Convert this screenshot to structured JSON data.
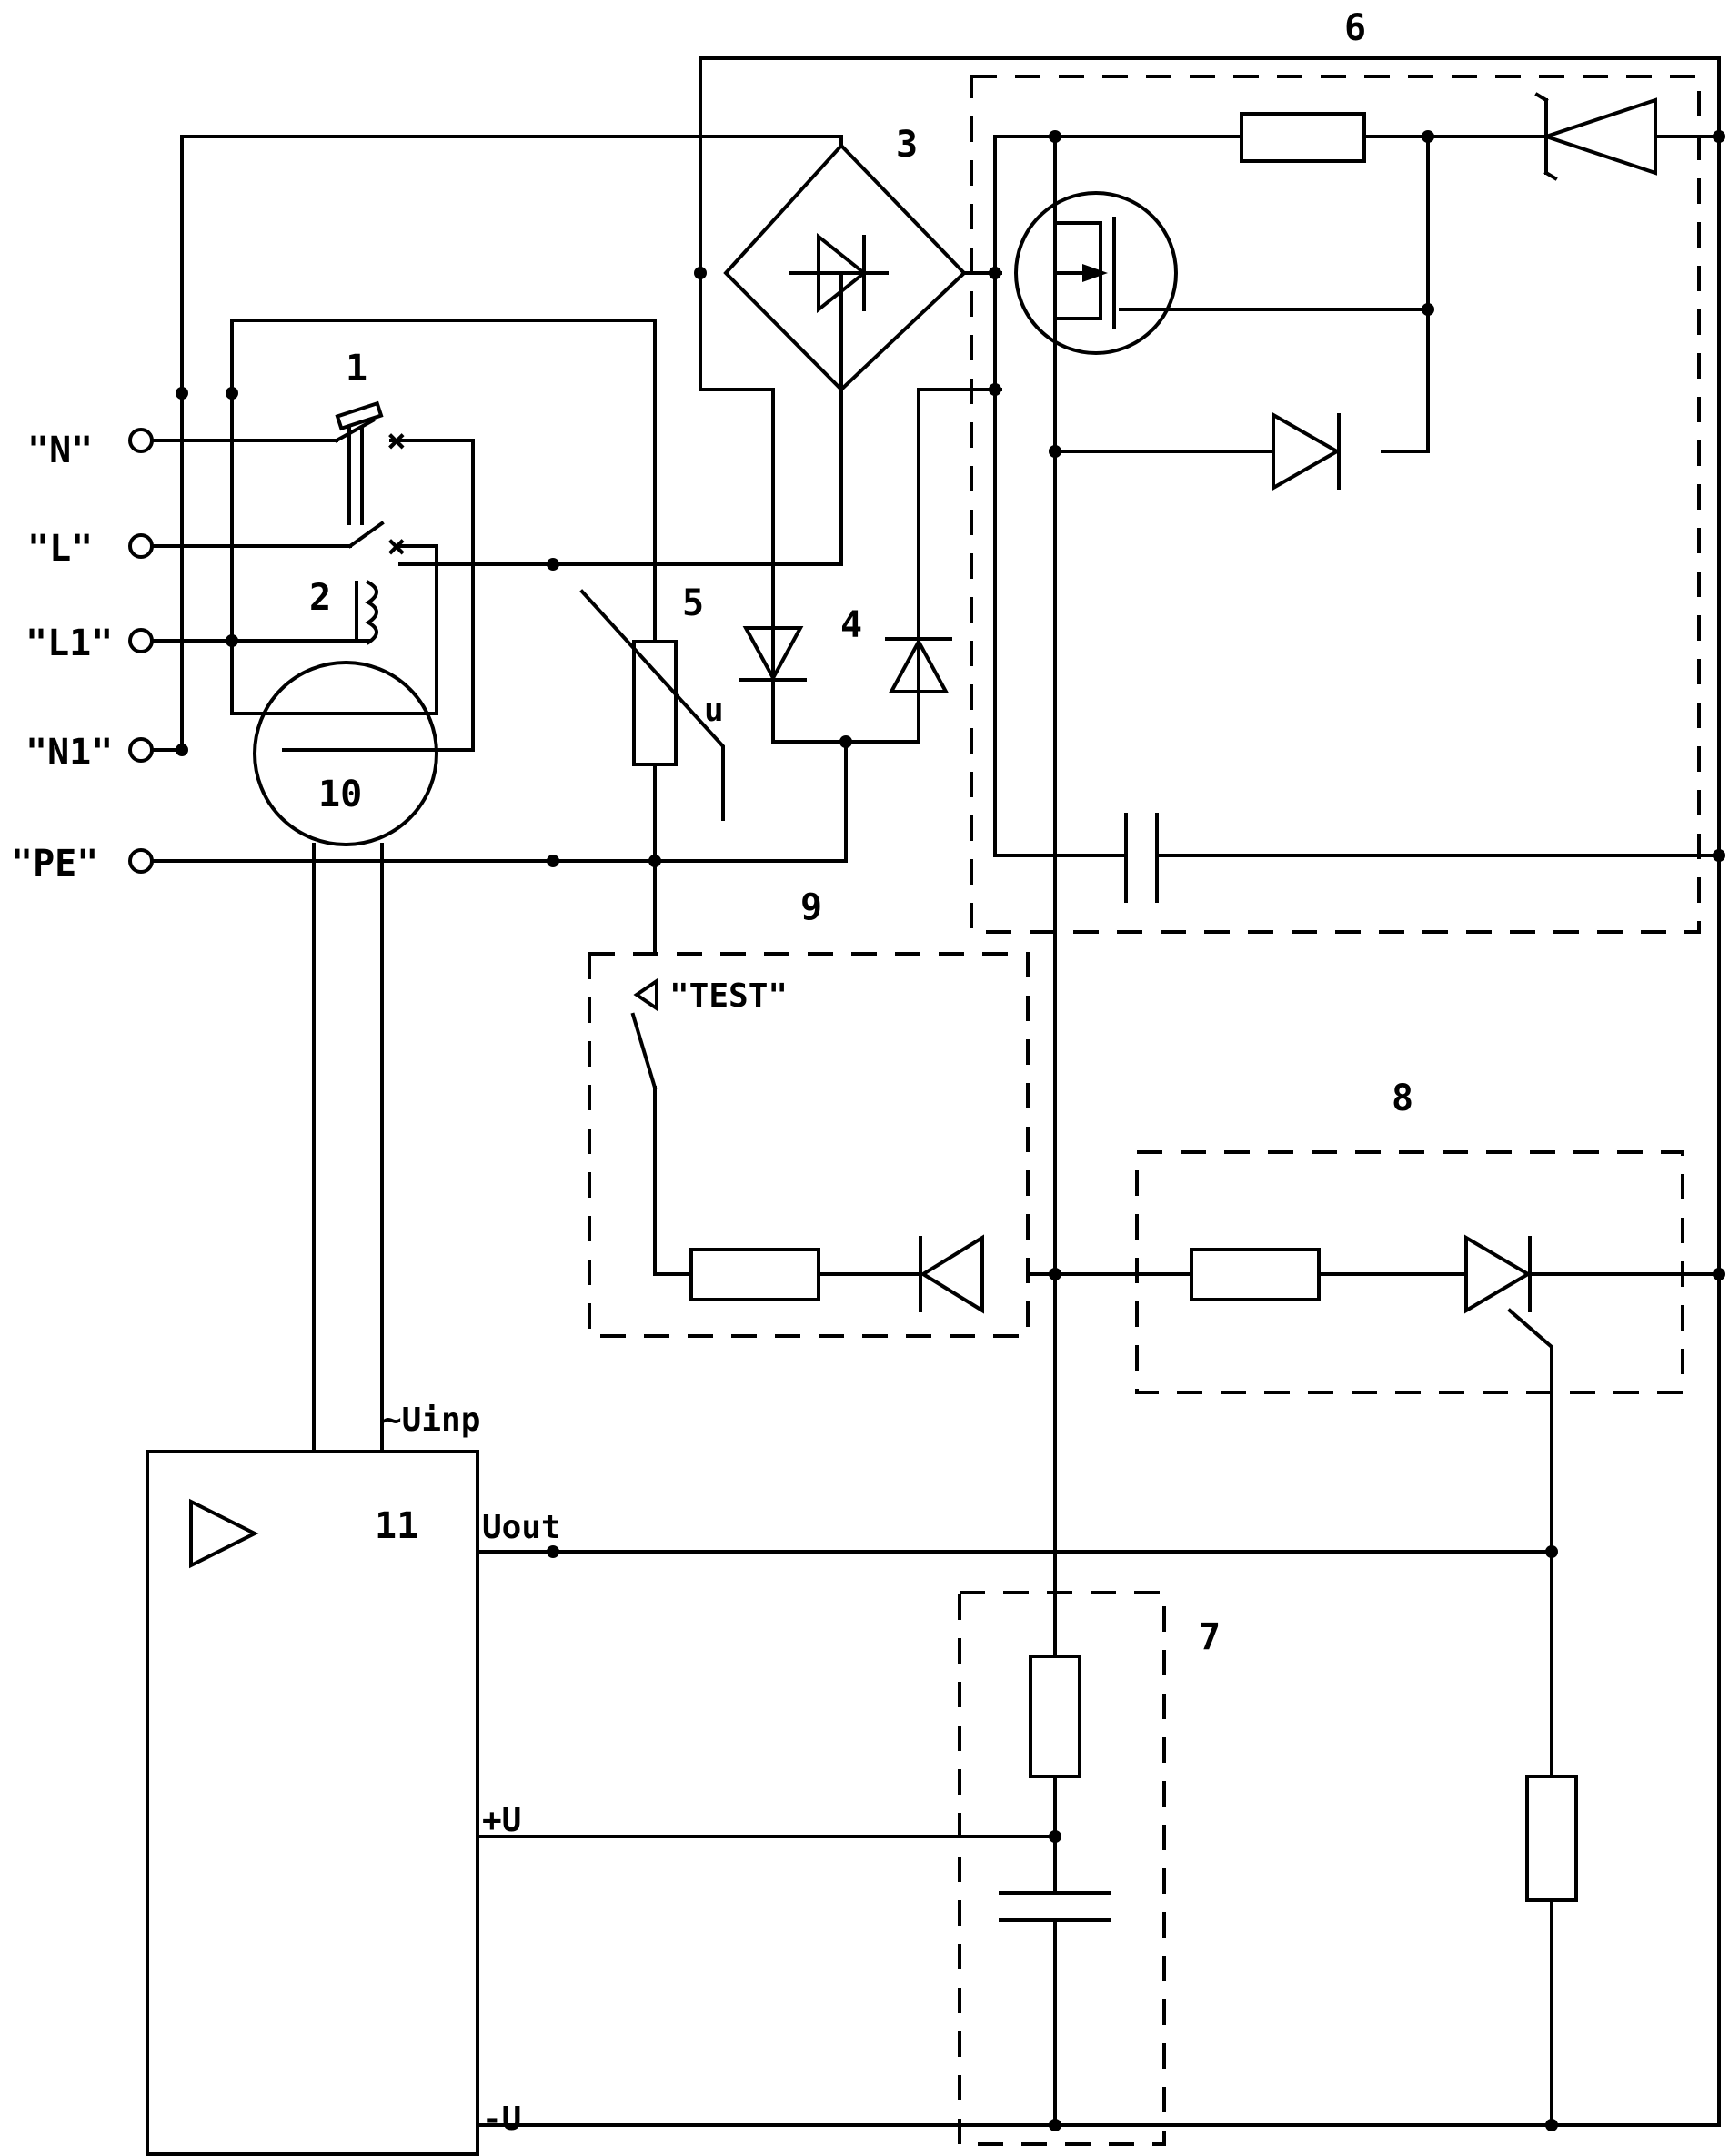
{
  "terminals": {
    "n": "\"N\"",
    "l": "\"L\"",
    "l1": "\"L1\"",
    "n1": "\"N1\"",
    "pe": "\"PE\""
  },
  "blocks": {
    "b1": "1",
    "b2": "2",
    "b3": "3",
    "b4": "4",
    "b5": "5",
    "b6": "6",
    "b7": "7",
    "b8": "8",
    "b9": "9",
    "b10": "10",
    "b11": "11"
  },
  "signals": {
    "uinp": "~Uinp",
    "uout": "Uout",
    "plus_u": "+U",
    "minus_u": "-U",
    "varistor_mark": "u"
  },
  "test_button": "\"TEST\""
}
